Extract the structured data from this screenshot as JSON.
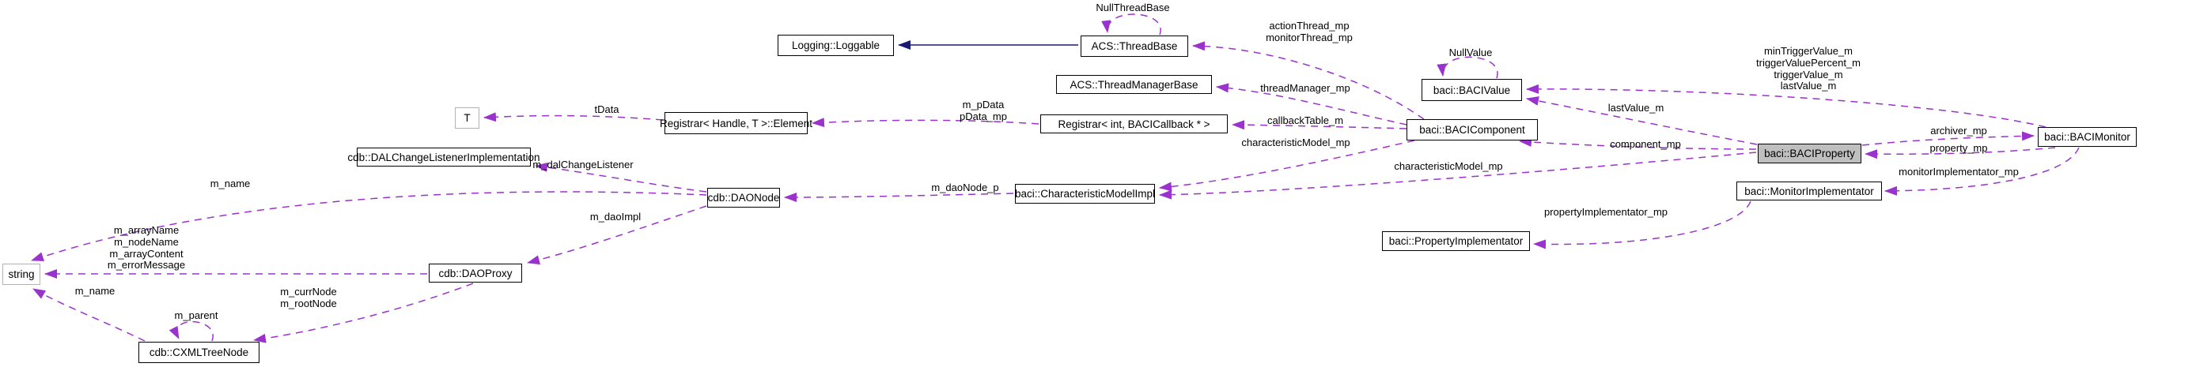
{
  "diagram": {
    "kind": "doxygen-collaboration-graph",
    "highlighted_node": "baci::BACIProperty",
    "colors": {
      "background": "#ffffff",
      "node_border": "#000000",
      "node_fill": "#ffffff",
      "highlight_fill": "#bfbfbf",
      "external_node_border": "#b2b2b2",
      "usage_edge": "#9a32cd",
      "inheritance_edge": "#191970",
      "text": "#000000"
    },
    "nodes": [
      {
        "id": "loggable",
        "label": "Logging::Loggable",
        "style": "normal"
      },
      {
        "id": "threadbase",
        "label": "ACS::ThreadBase",
        "style": "normal"
      },
      {
        "id": "threadmanagerbase",
        "label": "ACS::ThreadManagerBase",
        "style": "normal"
      },
      {
        "id": "registrar_element",
        "label": "Registrar< Handle, T >::Element",
        "style": "normal"
      },
      {
        "id": "t",
        "label": "T",
        "style": "external"
      },
      {
        "id": "registrar_int",
        "label": "Registrar< int, BACICallback * >",
        "style": "normal"
      },
      {
        "id": "bacivalue",
        "label": "baci::BACIValue",
        "style": "normal"
      },
      {
        "id": "bacicomponent",
        "label": "baci::BACIComponent",
        "style": "normal"
      },
      {
        "id": "baciproperty",
        "label": "baci::BACIProperty",
        "style": "highlight"
      },
      {
        "id": "bacimonitor",
        "label": "baci::BACIMonitor",
        "style": "normal"
      },
      {
        "id": "monitorimplementator",
        "label": "baci::MonitorImplementator",
        "style": "normal"
      },
      {
        "id": "propertyimplementator",
        "label": "baci::PropertyImplementator",
        "style": "normal"
      },
      {
        "id": "dalchangelistener",
        "label": "cdb::DALChangeListenerImplementation",
        "style": "normal"
      },
      {
        "id": "daonode",
        "label": "cdb::DAONode",
        "style": "normal"
      },
      {
        "id": "charmodelimpl",
        "label": "baci::CharacteristicModelImpl",
        "style": "normal"
      },
      {
        "id": "daoproxy",
        "label": "cdb::DAOProxy",
        "style": "normal"
      },
      {
        "id": "string",
        "label": "string",
        "style": "external"
      },
      {
        "id": "cxmltreenode",
        "label": "cdb::CXMLTreeNode",
        "style": "normal"
      }
    ],
    "edges": [
      {
        "from": "threadbase",
        "to": "loggable",
        "type": "inheritance",
        "label": ""
      },
      {
        "from": "threadbase",
        "to": "threadbase",
        "type": "usage",
        "label": "NullThreadBase"
      },
      {
        "from": "bacicomponent",
        "to": "threadbase",
        "type": "usage",
        "label": "actionThread_mp\nmonitorThread_mp"
      },
      {
        "from": "bacivalue",
        "to": "bacivalue",
        "type": "usage",
        "label": "NullValue"
      },
      {
        "from": "bacicomponent",
        "to": "threadmanagerbase",
        "type": "usage",
        "label": "threadManager_mp"
      },
      {
        "from": "bacicomponent",
        "to": "registrar_int",
        "type": "usage",
        "label": "callbackTable_m"
      },
      {
        "from": "registrar_int",
        "to": "registrar_element",
        "type": "usage",
        "label": "m_pData\npData_mp"
      },
      {
        "from": "registrar_element",
        "to": "t",
        "type": "usage",
        "label": "tData"
      },
      {
        "from": "bacicomponent",
        "to": "charmodelimpl",
        "type": "usage",
        "label": "characteristicModel_mp"
      },
      {
        "from": "baciproperty",
        "to": "charmodelimpl",
        "type": "usage",
        "label": "characteristicModel_mp"
      },
      {
        "from": "baciproperty",
        "to": "bacivalue",
        "type": "usage",
        "label": "lastValue_m"
      },
      {
        "from": "bacimonitor",
        "to": "bacivalue",
        "type": "usage",
        "label": "minTriggerValue_m\ntriggerValuePercent_m\ntriggerValue_m\nlastValue_m"
      },
      {
        "from": "baciproperty",
        "to": "bacicomponent",
        "type": "usage",
        "label": "component_mp"
      },
      {
        "from": "baciproperty",
        "to": "bacimonitor",
        "type": "usage",
        "label": "archiver_mp"
      },
      {
        "from": "bacimonitor",
        "to": "baciproperty",
        "type": "usage",
        "label": "property_mp"
      },
      {
        "from": "bacimonitor",
        "to": "monitorimplementator",
        "type": "usage",
        "label": "monitorImplementator_mp"
      },
      {
        "from": "monitorimplementator",
        "to": "propertyimplementator",
        "type": "usage",
        "label": "propertyImplementator_mp"
      },
      {
        "from": "charmodelimpl",
        "to": "daonode",
        "type": "usage",
        "label": "m_daoNode_p"
      },
      {
        "from": "daonode",
        "to": "dalchangelistener",
        "type": "usage",
        "label": "m_dalChangeListener"
      },
      {
        "from": "daonode",
        "to": "string",
        "type": "usage",
        "label": "m_name"
      },
      {
        "from": "daonode",
        "to": "daoproxy",
        "type": "usage",
        "label": "m_daoImpl"
      },
      {
        "from": "daoproxy",
        "to": "string",
        "type": "usage",
        "label": "m_arrayName\nm_nodeName\nm_arrayContent\nm_errorMessage"
      },
      {
        "from": "daoproxy",
        "to": "cxmltreenode",
        "type": "usage",
        "label": "m_currNode\nm_rootNode"
      },
      {
        "from": "cxmltreenode",
        "to": "cxmltreenode",
        "type": "usage",
        "label": "m_parent"
      },
      {
        "from": "cxmltreenode",
        "to": "string",
        "type": "usage",
        "label": "m_name"
      }
    ]
  }
}
